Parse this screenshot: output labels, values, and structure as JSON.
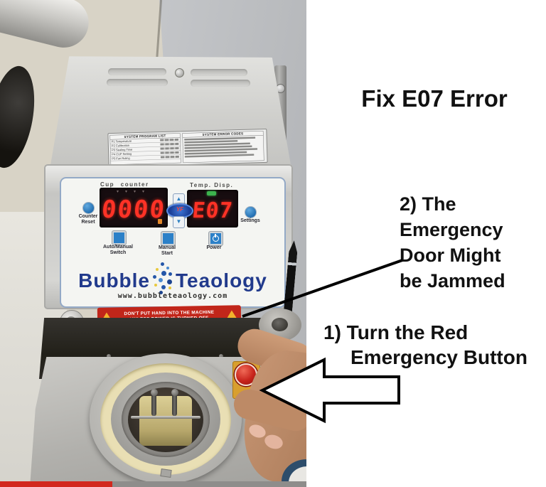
{
  "annotations": {
    "title": "Fix E07 Error",
    "step2": {
      "line1": "2) The",
      "line2": "Emergency",
      "line3": "Door Might",
      "line4": "be Jammed"
    },
    "step1": {
      "line1": "1) Turn the Red",
      "line2": "Emergency Button"
    }
  },
  "machine": {
    "sticker": {
      "left_header": "SYSTEM PROGRAM LIST",
      "right_header": "SYSTEM ERROR CODES",
      "programs": [
        "P1 Temperature",
        "P2 Calibration",
        "P3 Sealing Time",
        "P4 CUP Setting",
        "P5 Fan Ruling"
      ]
    },
    "panel": {
      "cup_counter_label": "Cup counter",
      "temp_disp_label": "Temp. Disp.",
      "counter_value": "0000",
      "temp_value": "E07",
      "logo_badge": "YF",
      "up_arrow": "▲",
      "down_arrow": "▼",
      "counter_reset_1": "Counter",
      "counter_reset_2": "Reset",
      "settings": "Settings",
      "auto_manual_1": "Auto/Manual",
      "auto_manual_2": "Switch",
      "manual_start_1": "Manual",
      "manual_start_2": "Start",
      "power": "Power",
      "brand_left": "Bubble",
      "brand_right": "Teaology",
      "website": "www.bubbleteaology.com"
    },
    "warning": {
      "line1": "DON'T PUT HAND INTO THE MACHINE",
      "line2": "UNLESS POWER IS TURNED OFF"
    },
    "colors": {
      "display_red": "#ff3226",
      "button_blue": "#2b80c8",
      "brand_navy": "#213a8c",
      "warning_red": "#c1261a",
      "emergency_red": "#c8241c",
      "emergency_plate_yellow": "#d89f2e",
      "progress_played": "#d2281e",
      "progress_remaining": "#8e8d8b"
    }
  }
}
